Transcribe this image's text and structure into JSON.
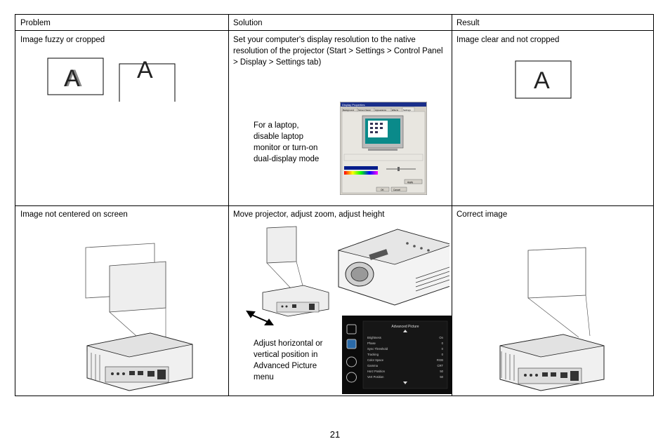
{
  "table": {
    "headers": {
      "problem": "Problem",
      "solution": "Solution",
      "result": "Result"
    },
    "rows": [
      {
        "problem": "Image fuzzy or cropped",
        "solution": "Set your computer's display resolution to the native resolution of the projector (Start > Settings > Control Panel > Display > Settings tab)",
        "solution_note": "For a laptop, disable laptop monitor or turn-on dual-display mode",
        "result": "Image clear and not cropped",
        "illustration_letter": "A"
      },
      {
        "problem": "Image not centered on screen",
        "solution": "Move projector, adjust zoom, adjust height",
        "solution_note": "Adjust horizontal or vertical position in Advanced Picture menu",
        "result": "Correct image"
      }
    ]
  },
  "display_dialog": {
    "title": "Display Properties",
    "tabs": [
      "Background",
      "Screen Saver",
      "Appearance",
      "Effects",
      "Settings"
    ],
    "buttons": [
      "OK",
      "Cancel",
      "Apply"
    ]
  },
  "menu": {
    "title": "Advanced Picture",
    "items": [
      {
        "label": "Brightness",
        "value": "On"
      },
      {
        "label": "Phase",
        "value": "0"
      },
      {
        "label": "Sync Threshold",
        "value": "0"
      },
      {
        "label": "Tracking",
        "value": "0"
      },
      {
        "label": "Color Space",
        "value": "RGB"
      },
      {
        "label": "Gamma",
        "value": "CRT"
      },
      {
        "label": "Horz Position",
        "value": "50"
      },
      {
        "label": "Vert Position",
        "value": "50"
      }
    ]
  },
  "page_number": "21"
}
